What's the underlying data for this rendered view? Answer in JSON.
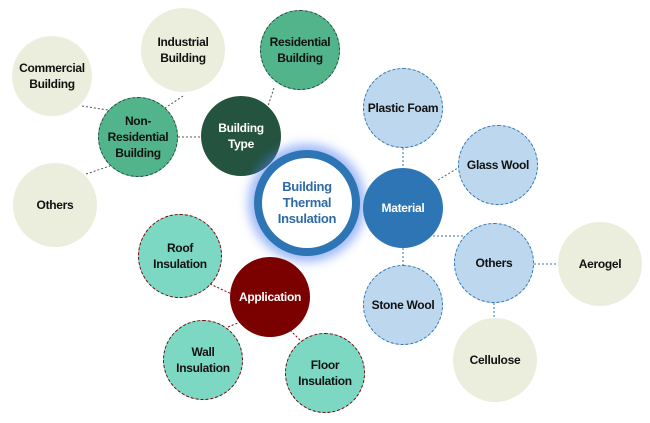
{
  "center": {
    "lines": [
      "Building",
      "Thermal",
      "Insulation"
    ]
  },
  "building_type": {
    "label": [
      "Building",
      "Type"
    ],
    "residential": [
      "Residential",
      "Building"
    ],
    "non_residential": [
      "Non-",
      "Residential",
      "Building"
    ],
    "commercial": [
      "Commercial",
      "Building"
    ],
    "industrial": [
      "Industrial",
      "Building"
    ],
    "others": [
      "Others"
    ]
  },
  "material": {
    "label": [
      "Material"
    ],
    "plastic_foam": [
      "Plastic Foam"
    ],
    "glass_wool": [
      "Glass Wool"
    ],
    "stone_wool": [
      "Stone Wool"
    ],
    "others": [
      "Others"
    ],
    "aerogel": [
      "Aerogel"
    ],
    "cellulose": [
      "Cellulose"
    ]
  },
  "application": {
    "label": [
      "Application"
    ],
    "roof": [
      "Roof",
      "Insulation"
    ],
    "wall": [
      "Wall",
      "Insulation"
    ],
    "floor": [
      "Floor",
      "Insulation"
    ]
  },
  "colors": {
    "cream": "#ebeedd",
    "green": "#52b48a",
    "dark_green": "#24533f",
    "light_blue": "#bdd7ee",
    "blue": "#2e75b6",
    "teal": "#7dd8c3",
    "dark_red": "#7b0000"
  }
}
